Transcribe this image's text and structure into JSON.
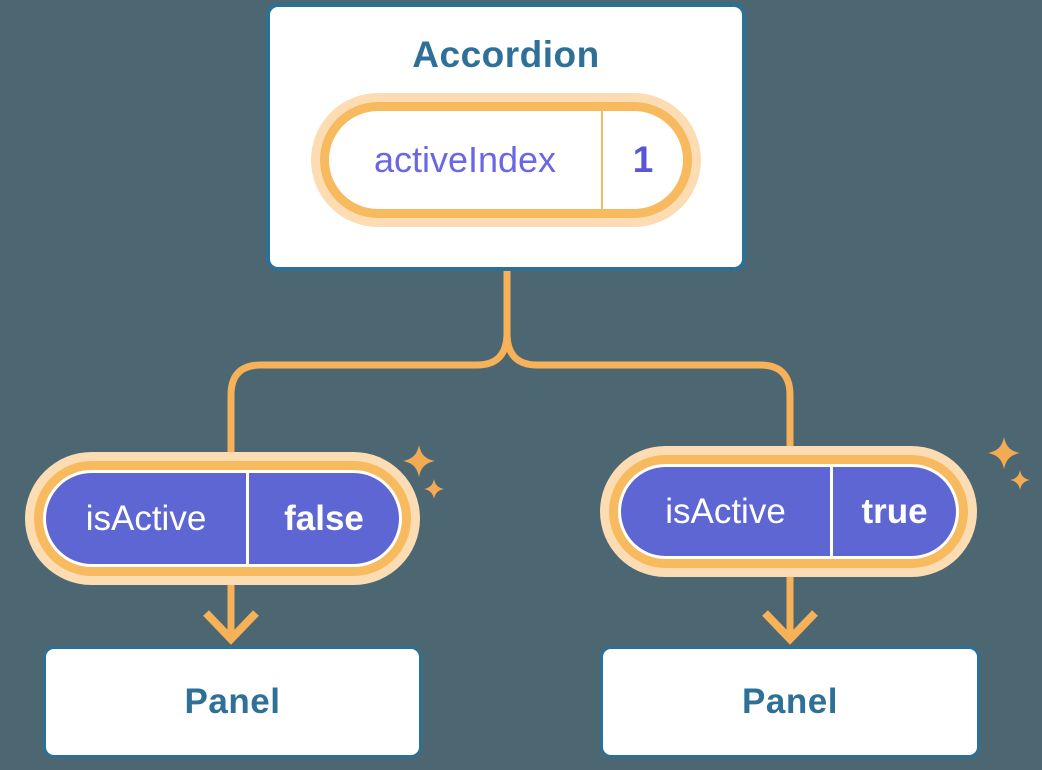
{
  "accordion_card": {
    "title": "Accordion",
    "state_pill": {
      "name": "activeIndex",
      "value": "1"
    }
  },
  "prop_pills": [
    {
      "name": "isActive",
      "value": "false"
    },
    {
      "name": "isActive",
      "value": "true"
    }
  ],
  "panel_cards": [
    {
      "title": "Panel"
    },
    {
      "title": "Panel"
    }
  ],
  "colors": {
    "background": "#4c6771",
    "card_border_blue": "#2d7096",
    "heading_blue": "#2e7097",
    "connector_orange": "#f6b159",
    "ring_orange": "#f8ba5f",
    "ring_cream": "#fcdcb2",
    "sparkle_orange": "#f3aa54",
    "prop_purple": "#5d66d3",
    "state_name_purple": "#6b66e6",
    "state_value_purple": "#5a55d8"
  }
}
